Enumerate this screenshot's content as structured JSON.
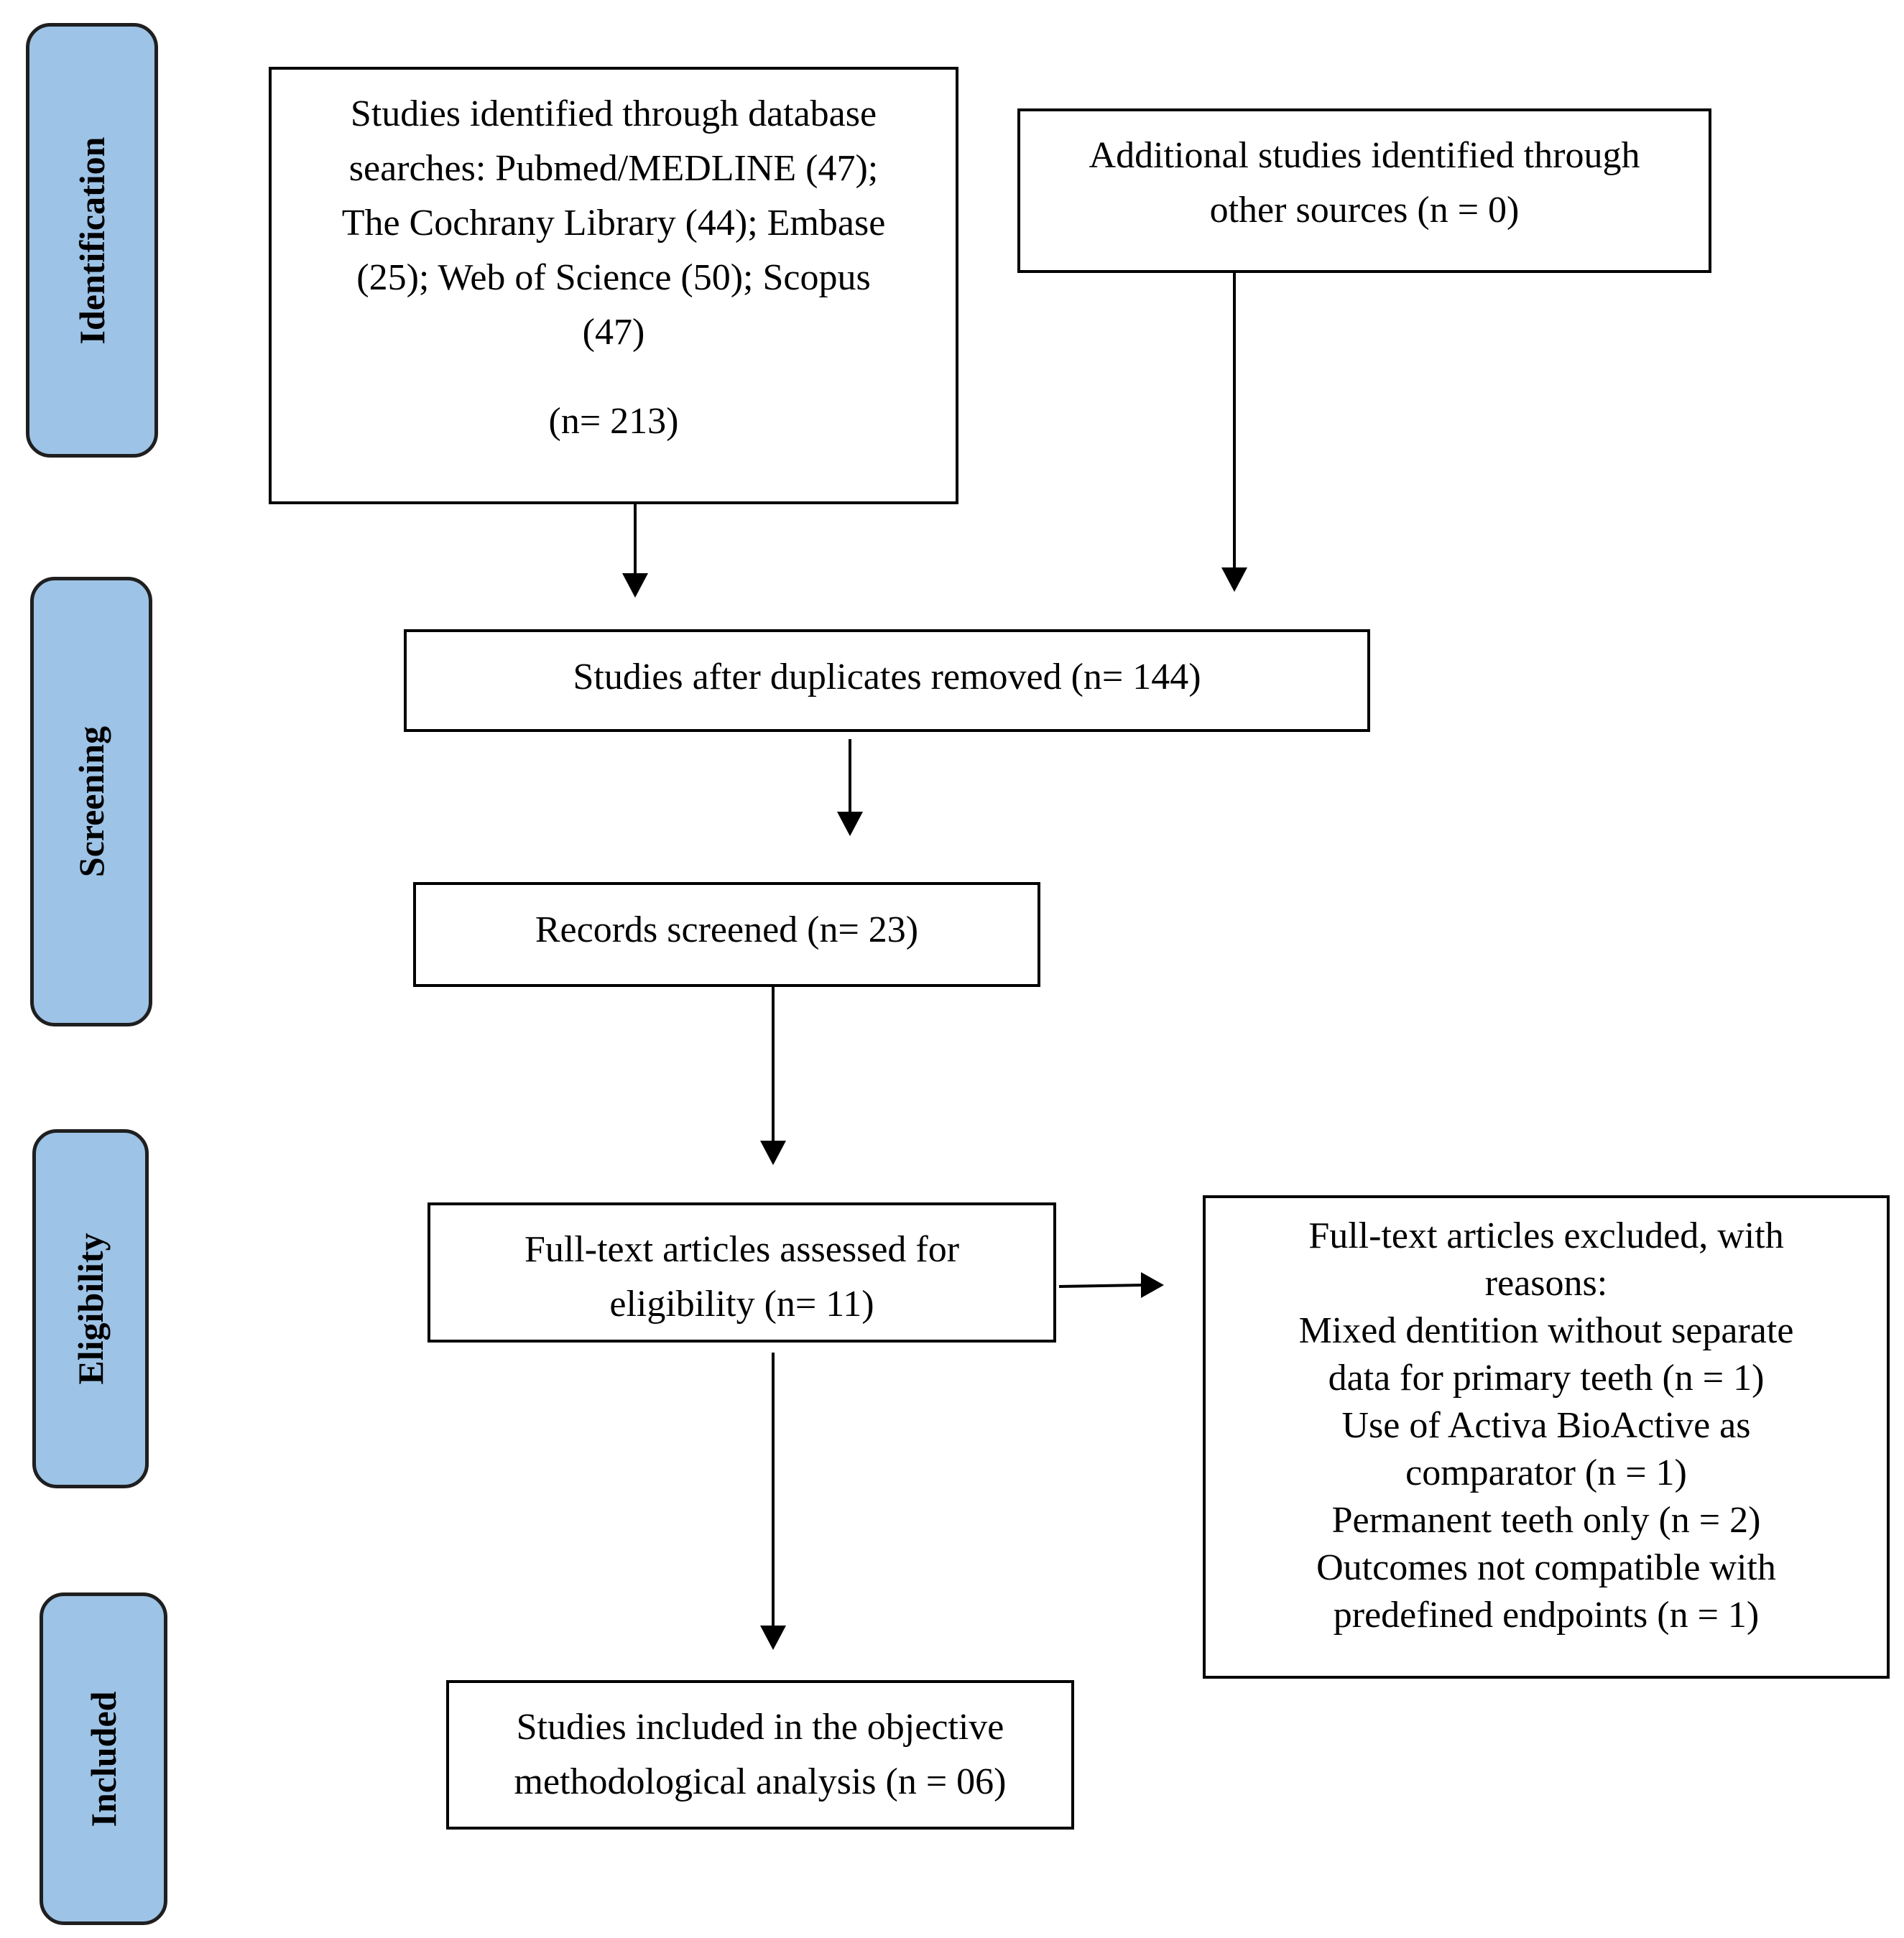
{
  "stages": {
    "identification": "Identification",
    "screening": "Screening",
    "eligibility": "Eligibility",
    "included": "Included"
  },
  "boxes": {
    "database_search": {
      "lines": [
        "Studies identified through database",
        "searches: Pubmed/MEDLINE (47);",
        "The Cochrany Library (44); Embase",
        "(25); Web of Science (50); Scopus",
        "(47)"
      ],
      "total": "(n= 213)"
    },
    "other_sources": {
      "lines": [
        "Additional studies identified through",
        "other sources (n = 0)"
      ]
    },
    "duplicates_removed": {
      "text": "Studies after duplicates removed (n= 144)"
    },
    "records_screened": {
      "text": "Records screened (n= 23)"
    },
    "full_text_assessed": {
      "lines": [
        "Full-text articles assessed for",
        "eligibility (n= 11)"
      ]
    },
    "full_text_excluded": {
      "lines": [
        "Full-text articles excluded, with",
        "reasons:",
        "Mixed dentition without separate",
        "data for primary teeth (n = 1)",
        "Use of Activa BioActive as",
        "comparator (n = 1)",
        "Permanent teeth only (n = 2)",
        "Outcomes not compatible with",
        "predefined endpoints (n = 1)"
      ]
    },
    "included_studies": {
      "lines": [
        "Studies included in the objective",
        "methodological analysis (n = 06)"
      ]
    }
  },
  "colors": {
    "stage_fill": "#9dc3e6",
    "stage_border": "#1f1f1f",
    "box_border": "#000000",
    "arrow": "#000000"
  }
}
